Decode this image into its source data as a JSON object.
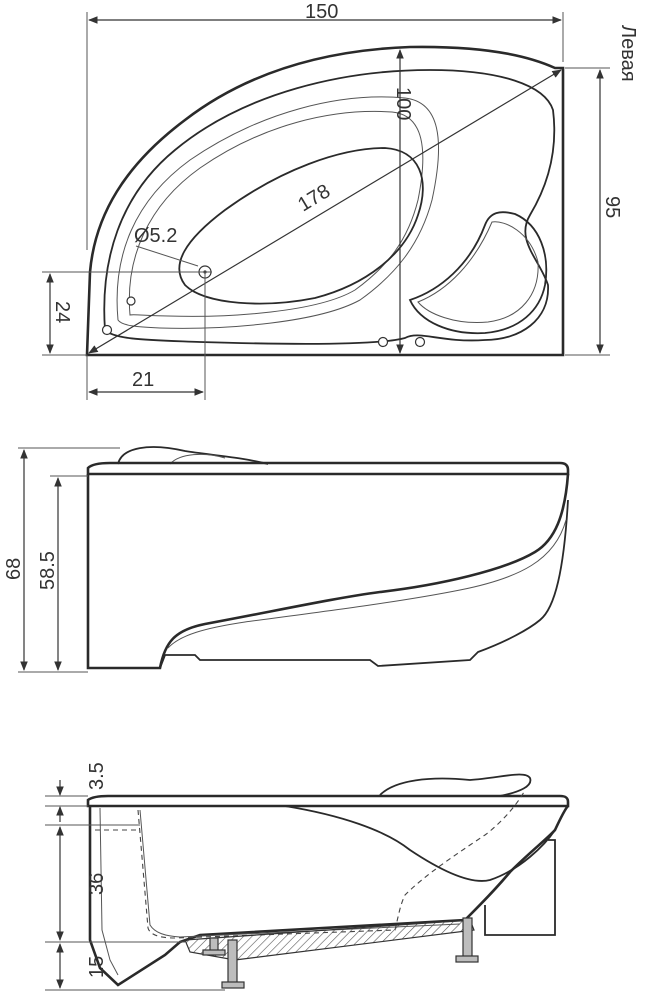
{
  "corner_label": "Левая",
  "top_view": {
    "width": "150",
    "depth": "95",
    "inner_depth": "100",
    "diagonal": "178",
    "drain_diameter": "Ø5.2",
    "drain_offset_y": "24",
    "drain_offset_x": "21"
  },
  "side_view": {
    "total_height": "68",
    "rim_height": "58.5"
  },
  "section_view": {
    "rim_thickness": "3.5",
    "bowl_depth": "36",
    "leg_height": "15"
  }
}
